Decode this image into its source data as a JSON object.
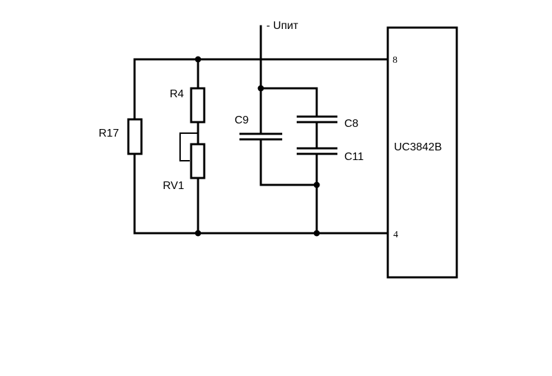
{
  "supply_label": "- Uпит",
  "chip": {
    "name": "UC3842B",
    "pin_top": "8",
    "pin_bottom": "4"
  },
  "components": {
    "r17": "R17",
    "r4": "R4",
    "rv1": "RV1",
    "c9": "C9",
    "c8": "C8",
    "c11": "C11"
  }
}
